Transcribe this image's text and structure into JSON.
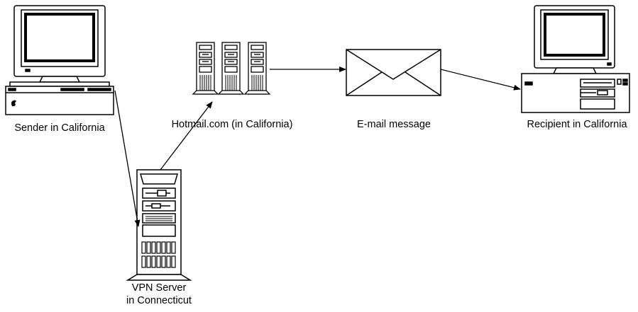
{
  "labels": {
    "sender": "Sender in California",
    "hotmail": "Hotmail.com (in California)",
    "email": "E-mail message",
    "recipient": "Recipient in California",
    "vpn_line1": "VPN Server",
    "vpn_line2": "in Connecticut"
  },
  "colors": {
    "stroke": "#000000",
    "fill": "#ffffff",
    "text": "#000000"
  },
  "icons": {
    "sender": "desktop-computer-icon",
    "hotmail": "server-rack-icon",
    "email": "envelope-icon",
    "recipient": "desktop-tower-computer-icon",
    "vpn": "tower-server-icon"
  }
}
